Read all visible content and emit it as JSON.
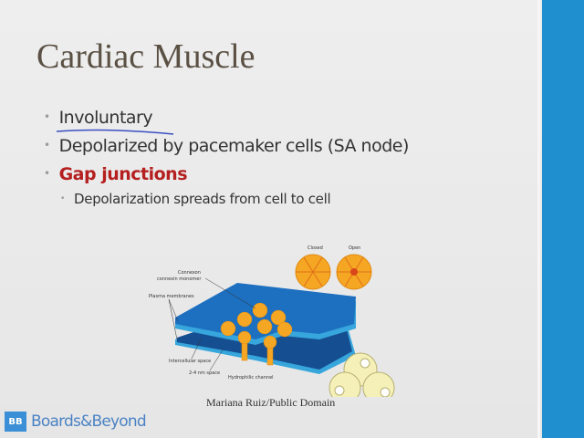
{
  "slide": {
    "title": "Cardiac Muscle",
    "bullets": [
      {
        "text": "Involuntary"
      },
      {
        "text": "Depolarized by pacemaker cells (SA node)"
      },
      {
        "text": "Gap junctions",
        "color": "#b51f1f"
      }
    ],
    "sub_bullets": [
      {
        "text": "Depolarization spreads from cell to cell"
      }
    ],
    "bullet_glyph": "•"
  },
  "diagram": {
    "labels": {
      "closed": "Closed",
      "open": "Open",
      "connexon": "Connexon",
      "monomer": "connexin monomer",
      "membranes": "Plasma membranes",
      "intercellular": "Intercellular space",
      "gap": "2-4 nm space",
      "channel": "Hydrophilic channel"
    },
    "caption": "Mariana Ruiz/Public Domain",
    "colors": {
      "membrane": "#1d6fc0",
      "membrane_edge": "#36a6dc",
      "connexon": "#f5a623"
    }
  },
  "brand": {
    "logo_mark": "BB",
    "logo_text": "Boards&Beyond",
    "accent": "#1f8fd0"
  }
}
